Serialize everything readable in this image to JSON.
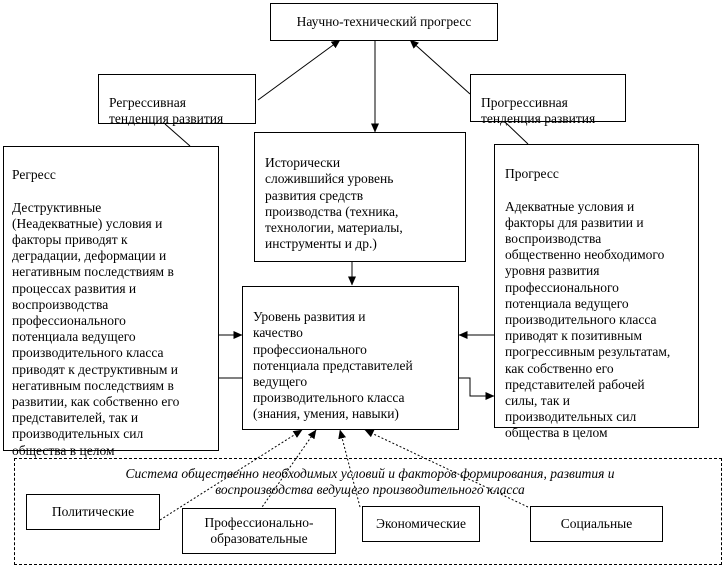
{
  "nodes": {
    "ntp": "Научно-технический прогресс",
    "regressive_tendency": "Регрессивная\nтенденция развития",
    "progressive_tendency": "Прогрессивная\nтенденция развития",
    "historical_level": "Исторически\nсложившийся уровень\nразвития средств\nпроизводства (техника,\nтехнологии, материалы,\nинструменты и др.)",
    "regress_title": "Регресс",
    "regress_body": "Деструктивные\n(Неадекватные) условия и\nфакторы приводят к\nдеградации, деформации и\nнегативным последствиям в\nпроцессах развития и\nвоспроизводства\nпрофессионального\nпотенциала ведущего\nпроизводительного класса\nприводят к деструктивным и\nнегативным последствиям в\nразвитии, как собственно его\nпредставителей, так и\nпроизводительных сил\nобщества в целом",
    "progress_title": "Прогресс",
    "progress_body": "Адекватные условия и\nфакторы для развитии и\nвоспроизводства\nобщественно необходимого\nуровня развития\nпрофессионального\nпотенциала ведущего\nпроизводительного класса\nприводят к позитивным\nпрогрессивным результатам,\nкак собственно его\nпредставителей рабочей\nсилы, так и\nпроизводительных сил\nобщества в целом",
    "central": "Уровень развития и\nкачество\nпрофессионального\nпотенциала представителей\nведущего\nпроизводительного класса\n(знания, умения, навыки)"
  },
  "system": {
    "caption": "Система общественно необходимых условий и факторов формирования, развития и\nвоспроизводства  ведущего производительного класса",
    "factors": {
      "political": "Политические",
      "professional": "Профессионально-\nобразовательные",
      "economic": "Экономические",
      "social": "Социальные"
    }
  }
}
